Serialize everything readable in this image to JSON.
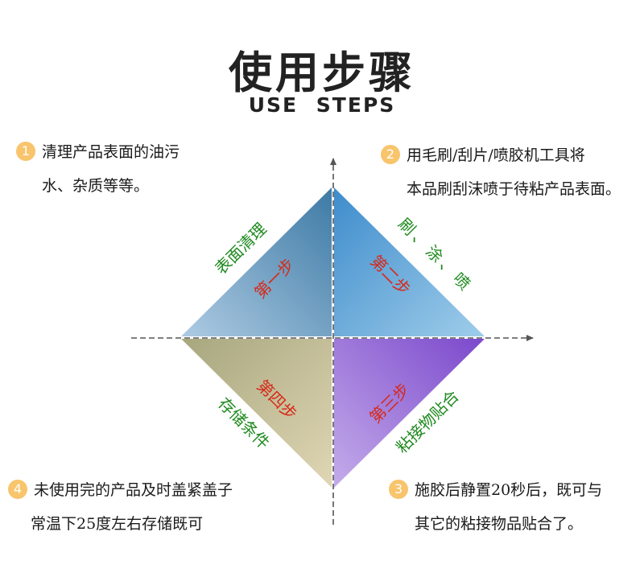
{
  "title": "使用步骤",
  "subtitle": "USE STEPS",
  "notes": [
    {
      "num": "1",
      "line1": "清理产品表面的油污",
      "line2": "水、杂质等等。"
    },
    {
      "num": "2",
      "line1": "用毛刷/刮片/喷胶机工具将",
      "line2": "本品刷刮沫喷于待粘产品表面。"
    },
    {
      "num": "3",
      "line1": "施胶后静置20秒后，既可与",
      "line2": "其它的粘接物品贴合了。"
    },
    {
      "num": "4",
      "line1": "未使用完的产品及时盖紧盖子",
      "line2": "常温下25度左右存储既可"
    }
  ],
  "quadrants": {
    "top_left": {
      "step": "第一步",
      "label": "表面清理"
    },
    "top_right": {
      "step": "第二步",
      "label": "刷、涂、喷"
    },
    "bottom_right": {
      "step": "第三步",
      "label": "粘接物贴合"
    },
    "bottom_left": {
      "step": "第四步",
      "label": "存储条件"
    }
  },
  "colors": {
    "step_text": "#d62a1a",
    "label_text": "#1f8a1f",
    "badge": "#f8c46c",
    "axis": "#555555"
  }
}
